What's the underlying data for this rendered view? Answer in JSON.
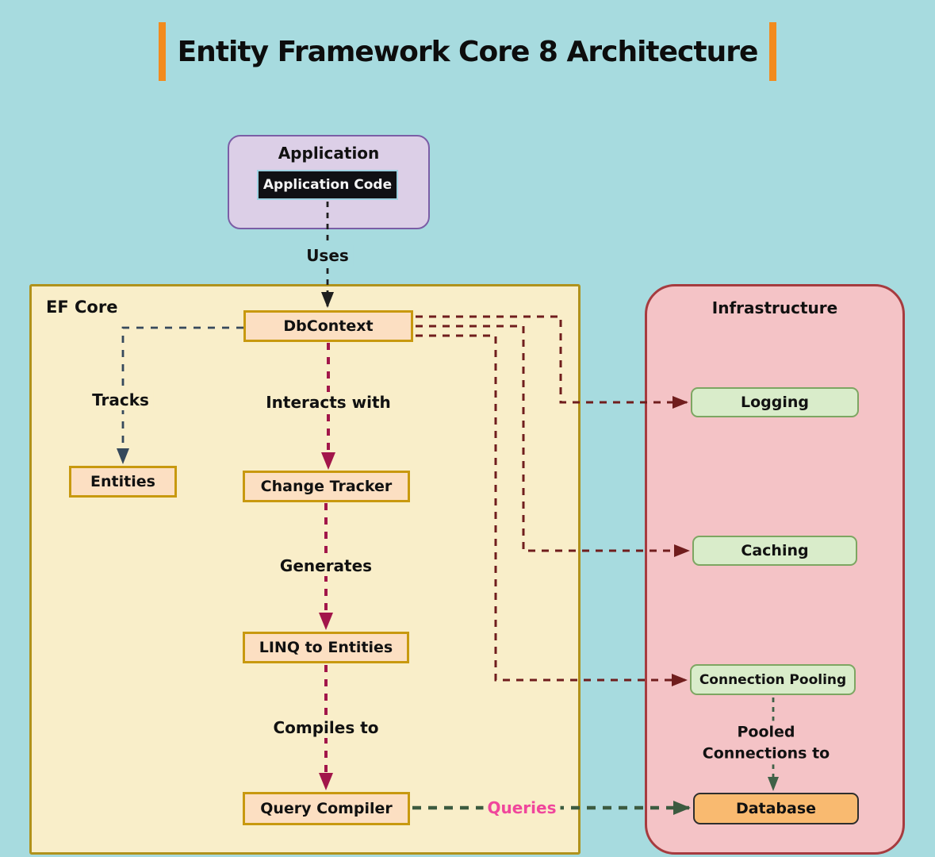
{
  "title": "Entity Framework Core 8 Architecture",
  "groups": {
    "application": {
      "label": "Application"
    },
    "ef_core": {
      "label": "EF Core"
    },
    "infrastructure": {
      "label": "Infrastructure"
    }
  },
  "nodes": {
    "application_code": "Application Code",
    "dbcontext": "DbContext",
    "entities": "Entities",
    "change_tracker": "Change Tracker",
    "linq_to_entities": "LINQ to Entities",
    "query_compiler": "Query Compiler",
    "logging": "Logging",
    "caching": "Caching",
    "connection_pooling": "Connection Pooling",
    "database": "Database"
  },
  "edges": {
    "uses": {
      "from": "Application Code",
      "to": "DbContext",
      "label": "Uses"
    },
    "tracks": {
      "from": "DbContext",
      "to": "Entities",
      "label": "Tracks"
    },
    "interacts_with": {
      "from": "DbContext",
      "to": "Change Tracker",
      "label": "Interacts with"
    },
    "generates": {
      "from": "Change Tracker",
      "to": "LINQ to Entities",
      "label": "Generates"
    },
    "compiles_to": {
      "from": "LINQ to Entities",
      "to": "Query Compiler",
      "label": "Compiles to"
    },
    "dbcontext_to_logging": {
      "from": "DbContext",
      "to": "Logging"
    },
    "dbcontext_to_caching": {
      "from": "DbContext",
      "to": "Caching"
    },
    "dbcontext_to_connection_pooling": {
      "from": "DbContext",
      "to": "Connection Pooling"
    },
    "queries": {
      "from": "Query Compiler",
      "to": "Database",
      "label": "Queries"
    },
    "pooled_connections": {
      "from": "Connection Pooling",
      "to": "Database",
      "label": "Pooled Connections to"
    }
  },
  "colors": {
    "background": "#a7dbdf",
    "title_accent_bar": "#f28b1e",
    "ef_core_fill": "#f9eec9",
    "ef_core_border": "#b0921c",
    "infrastructure_fill": "#f4c3c6",
    "infrastructure_border": "#a63b3f",
    "application_fill": "#dccfe7",
    "application_border": "#7b5ea6",
    "core_node_fill": "#fcdfc2",
    "core_node_border": "#c8990f",
    "infra_node_fill": "#d9ecca",
    "infra_node_border": "#7da662",
    "database_fill": "#f9ba70",
    "database_border": "#2e2e2e",
    "code_node_fill": "#101014",
    "code_node_text": "#f5f5f5",
    "arrow_black": "#1f1f1f",
    "arrow_slate": "#36495c",
    "arrow_crimson": "#a2164a",
    "arrow_darkred": "#701d1d",
    "arrow_green": "#3c5b40",
    "queries_label_color": "#f0469c"
  }
}
